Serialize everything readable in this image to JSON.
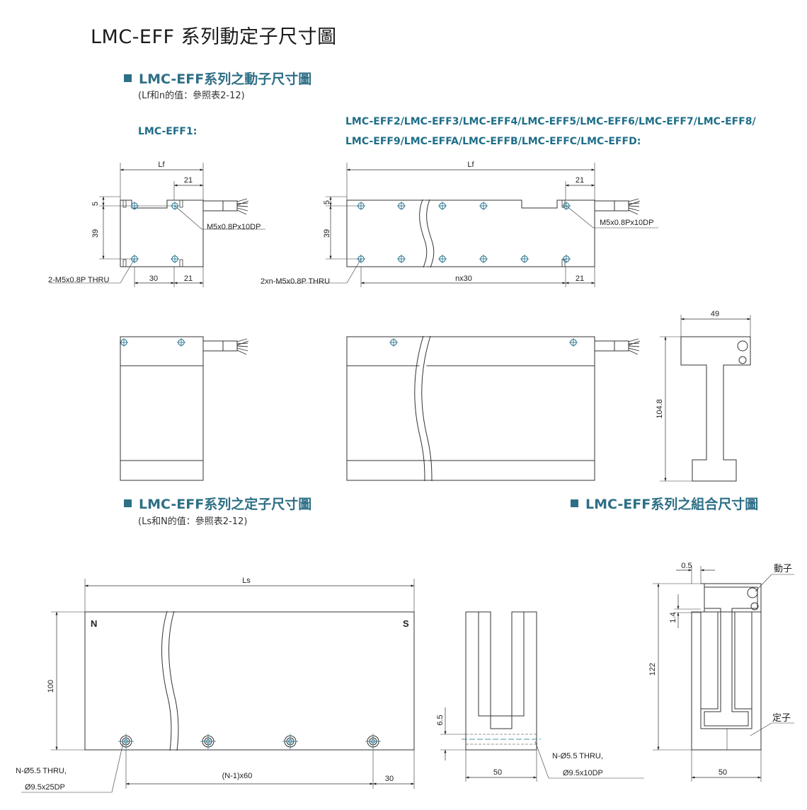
{
  "page_title": "LMC-EFF 系列動定子尺寸圖",
  "mover_section": {
    "heading": "LMC-EFF系列之動子尺寸圖",
    "note": "(Lf和n的值：參照表2-12)",
    "model_eff1": "LMC-EFF1:",
    "model_multi_line1": "LMC-EFF2/LMC-EFF3/LMC-EFF4/LMC-EFF5/LMC-EFF6/LMC-EFF7/LMC-EFF8/",
    "model_multi_line2": "LMC-EFF9/LMC-EFFA/LMC-EFFB/LMC-EFFC/LMC-EFFD:"
  },
  "stator_section": {
    "heading": "LMC-EFF系列之定子尺寸圖",
    "note": "(Ls和N的值：參照表2-12)"
  },
  "assembly_section": {
    "heading": "LMC-EFF系列之組合尺寸圖"
  },
  "dims": {
    "lf": "Lf",
    "d21": "21",
    "d5": "5",
    "d39": "39",
    "d30": "30",
    "nx30": "nx30",
    "m5_10dp": "M5x0.8Px10DP",
    "m5_thru_2": "2-M5x0.8P THRU",
    "m5_thru_2xn": "2xn-M5x0.8P THRU",
    "d49": "49",
    "d104_8": "104.8",
    "ls": "Ls",
    "d100": "100",
    "pole_n": "N",
    "pole_s": "S",
    "n60": "(N-1)x60",
    "d30b": "30",
    "hole_thru_a": "N-Ø5.5 THRU,",
    "hole_cb_a": "Ø9.5x25DP",
    "d6_5": "6.5",
    "d50a": "50",
    "hole_thru_b": "N-Ø5.5 THRU,",
    "hole_cb_b": "Ø9.5x10DP",
    "d0_5": "0.5",
    "d1_4": "1.4",
    "d122": "122",
    "d50b": "50",
    "lbl_mover": "動子",
    "lbl_stator": "定子"
  }
}
